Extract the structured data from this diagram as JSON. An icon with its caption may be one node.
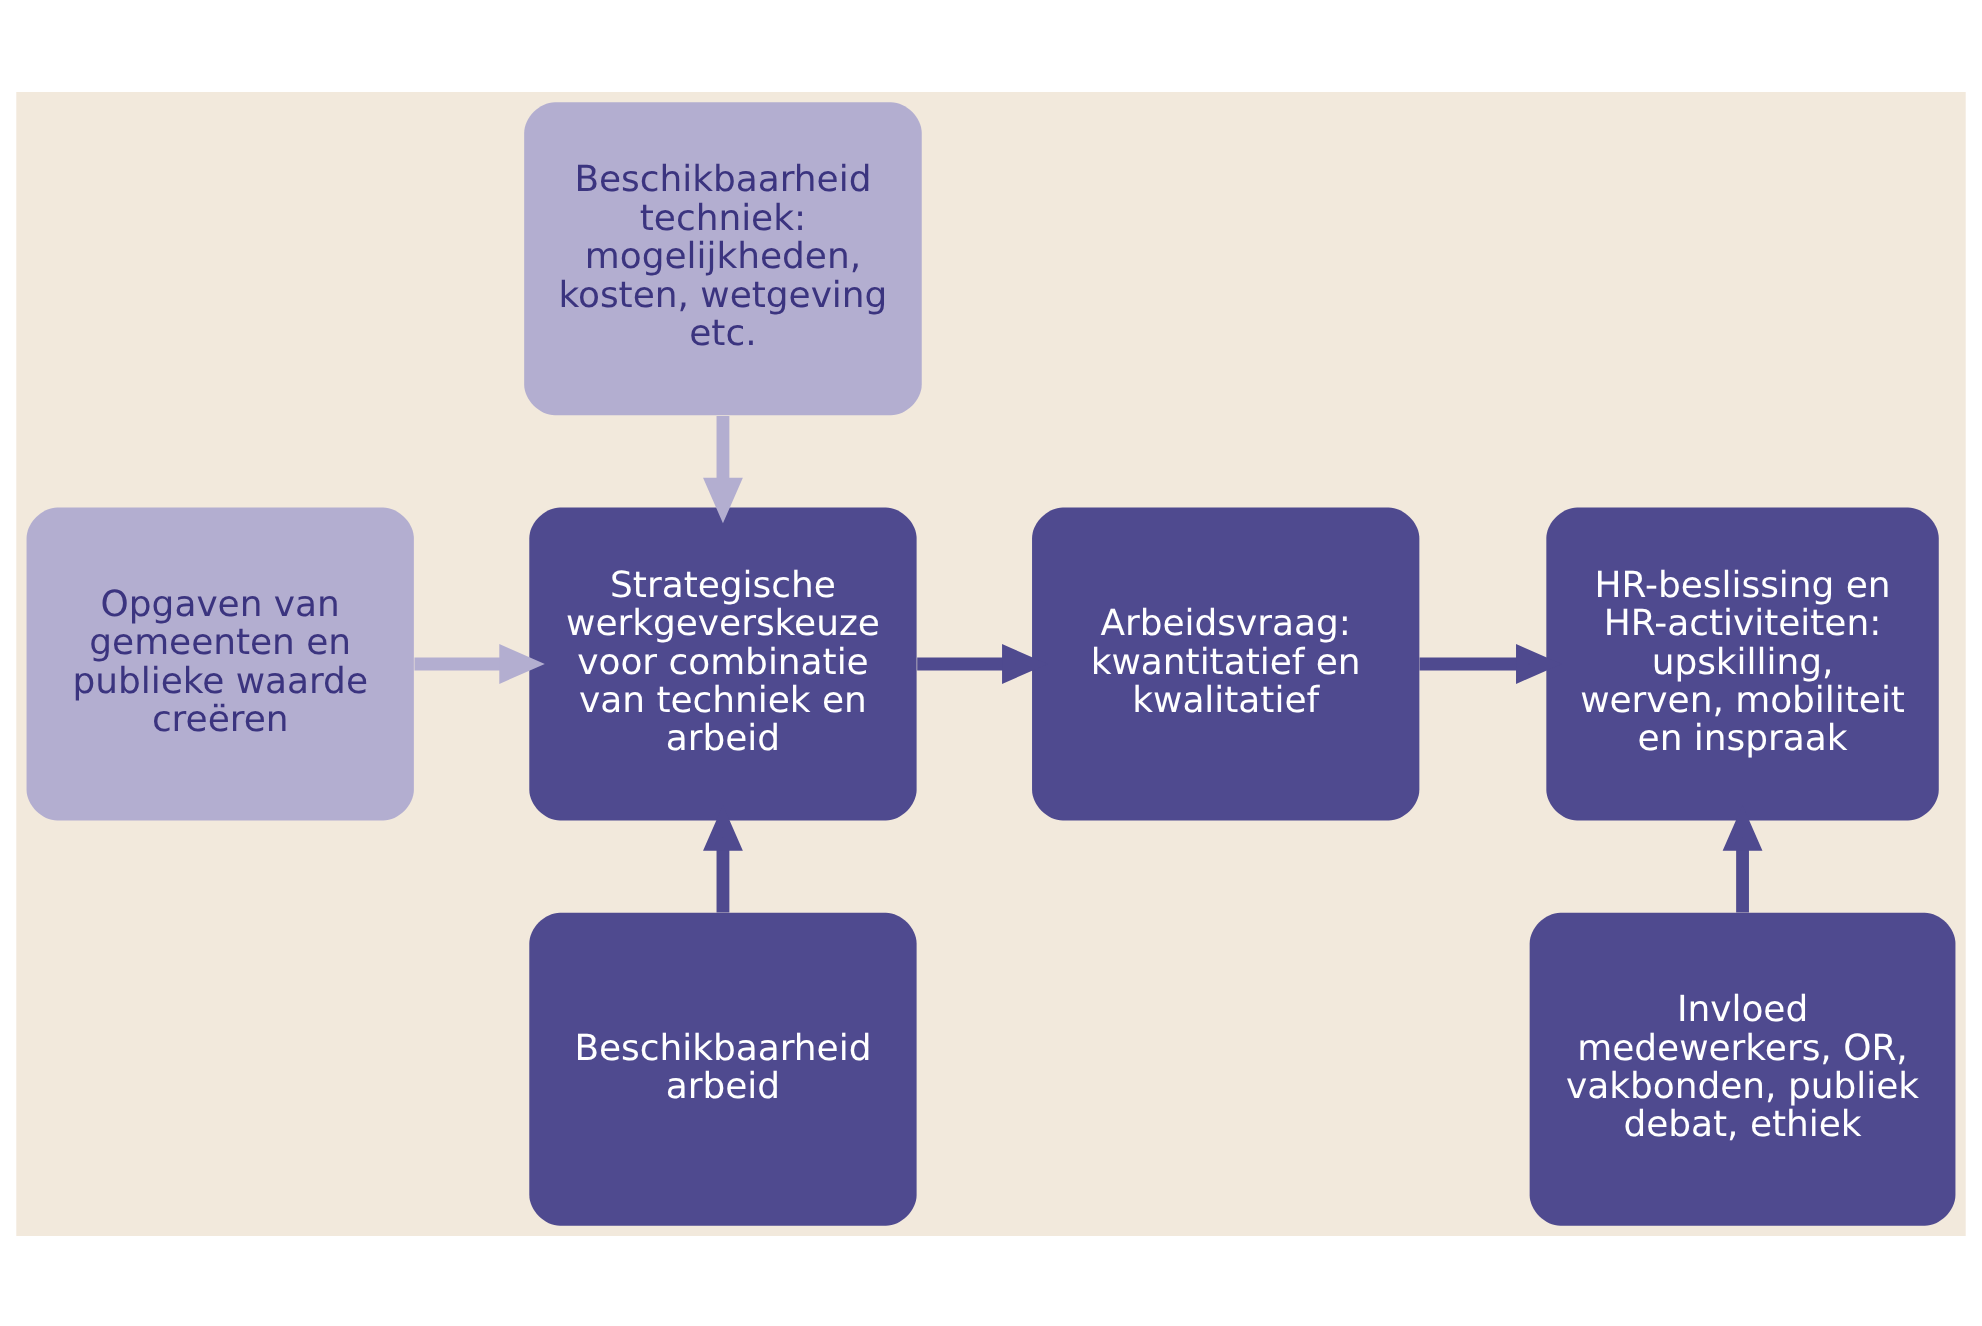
{
  "diagram": {
    "nodes": [
      {
        "text": [
          "Beschikbaarheid techniek: mogelijkheden, kosten, wetgeving etc."
        ]
      },
      {
        "text": [
          "Opgaven van gemeenten en publieke waarde creëren"
        ]
      },
      {
        "text": [
          "Strategische werkgeverskeuze voor combinatie van techniek en arbeid"
        ]
      },
      {
        "text": [
          "Arbeidsvraag: kwantitatief en kwalitatief"
        ]
      },
      {
        "text": [
          "HR-beslissing en HR-activiteiten: upskilling, werven, mobiliteit en inspraak"
        ]
      },
      {
        "text": [
          "Beschikbaarheid arbeid"
        ]
      },
      {
        "text": [
          "Invloed medewerkers, OR, vakbonden, publiek debat, ethiek"
        ]
      }
    ],
    "edges": [
      {
        "from": 0,
        "to": 2,
        "arrow": "to",
        "color": "#b3aed0"
      },
      {
        "from": 1,
        "to": 2,
        "arrow": "to",
        "color": "#b3aed0"
      },
      {
        "from": 2,
        "to": 3,
        "arrow": "to"
      },
      {
        "from": 3,
        "to": 4,
        "arrow": "to"
      },
      {
        "from": 5,
        "to": 2,
        "arrow": "to"
      },
      {
        "from": 6,
        "to": 4,
        "arrow": "to"
      }
    ]
  }
}
